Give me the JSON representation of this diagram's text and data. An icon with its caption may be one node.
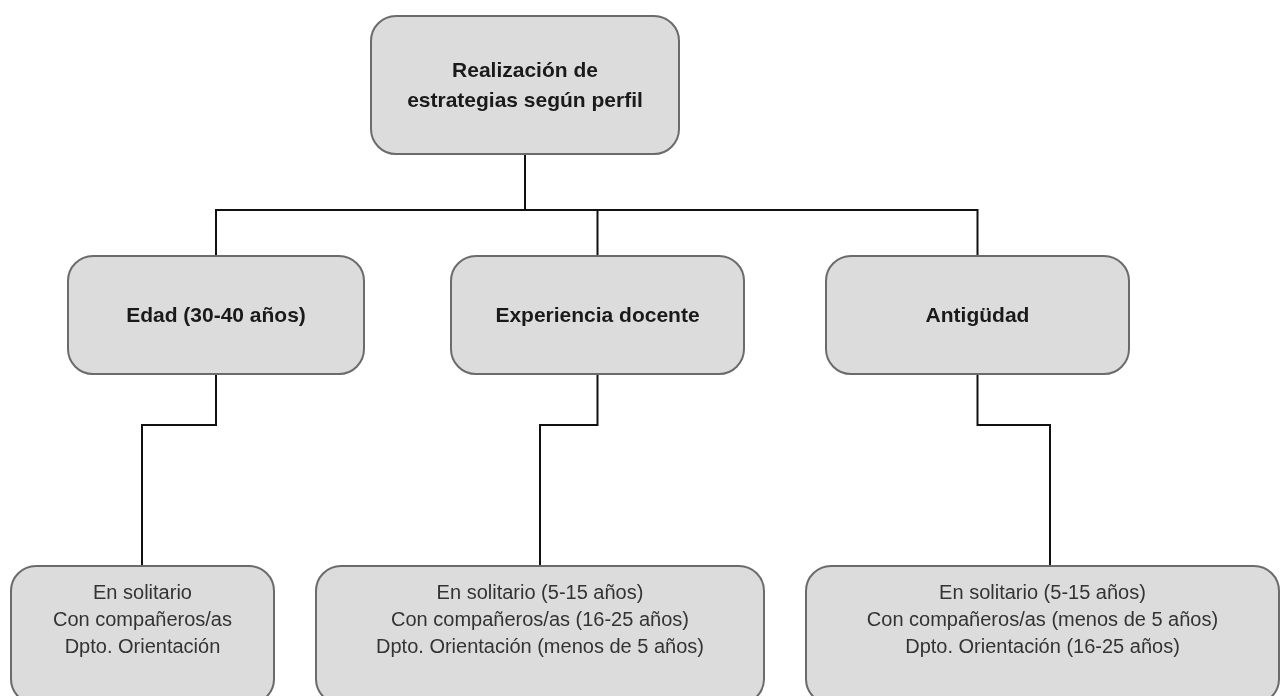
{
  "diagram": {
    "nodes": [
      {
        "text": [
          "Realización de estrategias según perfil"
        ]
      },
      {
        "text": [
          "Edad (30-40 años)"
        ]
      },
      {
        "text": [
          "Experiencia docente"
        ]
      },
      {
        "text": [
          "Antigüdad"
        ]
      },
      {
        "text": [
          "En solitario",
          "Con compañeros/as",
          "Dpto. Orientación"
        ]
      },
      {
        "text": [
          "En solitario (5-15 años)",
          "Con compañeros/as (16-25 años)",
          "Dpto. Orientación (menos de 5 años)"
        ]
      },
      {
        "text": [
          "En solitario (5-15 años)",
          "Con compañeros/as (menos de 5 años)",
          "Dpto. Orientación (16-25 años)"
        ]
      }
    ],
    "edges": [
      {
        "from": 0,
        "to": 1,
        "arrow": "none"
      },
      {
        "from": 0,
        "to": 2,
        "arrow": "none"
      },
      {
        "from": 0,
        "to": 3,
        "arrow": "none"
      },
      {
        "from": 1,
        "to": 4,
        "arrow": "none"
      },
      {
        "from": 2,
        "to": 5,
        "arrow": "none"
      },
      {
        "from": 3,
        "to": 6,
        "arrow": "none"
      }
    ]
  }
}
